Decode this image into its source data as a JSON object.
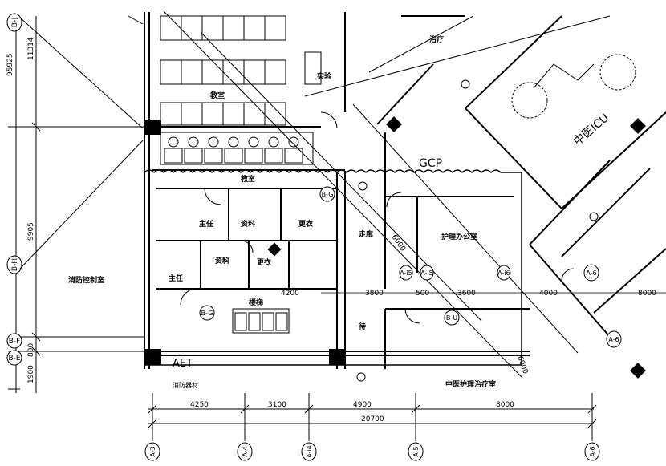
{
  "axes_vertical": [
    "A-3",
    "A-4",
    "A-i4",
    "A-5",
    "A-6"
  ],
  "axes_horizontal": [
    "B-J",
    "B-H",
    "B-F",
    "B-E"
  ],
  "axes_interior": [
    "B-G",
    "B-G",
    "A-i5",
    "A-i5",
    "A-i6",
    "B-U",
    "A-6",
    "A-6"
  ],
  "left_dims": [
    "95925",
    "11314",
    "9905",
    "800",
    "1900"
  ],
  "bottom_dims": [
    "4250",
    "3100",
    "4900",
    "8000"
  ],
  "total_dim": "20700",
  "inner_dims": [
    "4200",
    "3800",
    "500",
    "3600",
    "4000",
    "8000"
  ],
  "rooms": {
    "classroom_top": "教室",
    "classroom_mid": "教室",
    "fire_control": "消防控制室",
    "director_1": "主任",
    "director_2": "主任",
    "data_1": "资料",
    "data_2": "资料",
    "prep_1": "更衣",
    "prep_2": "更衣",
    "stairs": "楼梯",
    "corridor": "走廊",
    "sub": "待",
    "nurse_office": "护理办公室",
    "icu": "中医ICU",
    "treatment": "中医护理治疗室",
    "gcp": "GCP",
    "aet": "AET",
    "aet_sub": "消防器材",
    "lab": "实验",
    "top_right": "治疗"
  },
  "diagonal_labels": [
    "6000",
    "6000"
  ]
}
